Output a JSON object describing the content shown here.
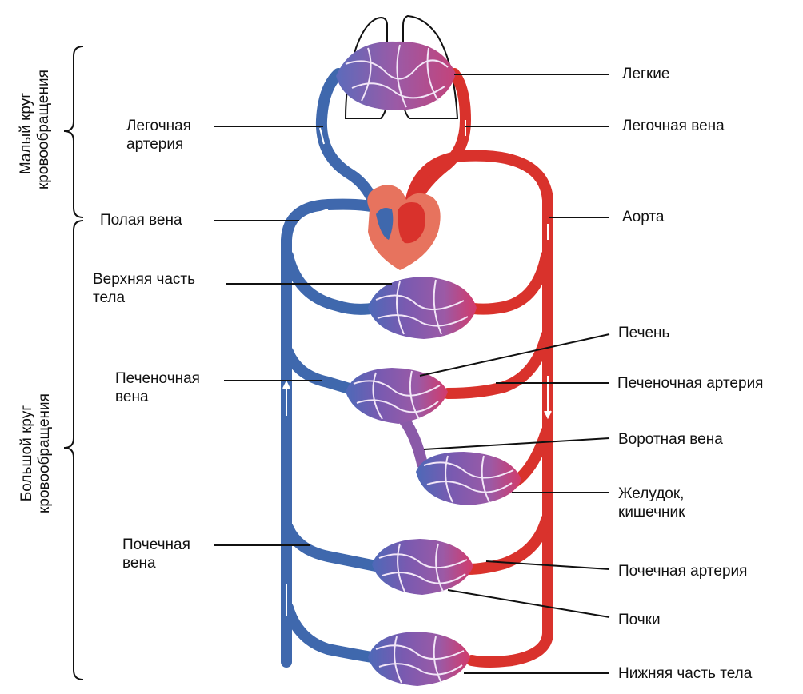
{
  "circuits": {
    "pulmonary": [
      "Малый круг",
      "кровообращения"
    ],
    "systemic": [
      "Большой круг",
      "кровообращения"
    ]
  },
  "labels": {
    "lungs": "Легкие",
    "pulmonary_artery": [
      "Легочная",
      "артерия"
    ],
    "pulmonary_vein": "Легочная вена",
    "vena_cava": "Полая вена",
    "aorta": "Аорта",
    "upper_body": [
      "Верхняя часть",
      "тела"
    ],
    "liver": "Печень",
    "hepatic_vein": [
      "Печеночная",
      "вена"
    ],
    "hepatic_artery": "Печеночная артерия",
    "portal_vein": "Воротная вена",
    "stomach": [
      "Желудок,",
      "кишечник"
    ],
    "renal_vein": [
      "Почечная",
      "вена"
    ],
    "renal_artery": "Почечная артерия",
    "kidneys": "Почки",
    "lower_body": "Нижняя часть тела"
  },
  "colors": {
    "arterial": "#d9322c",
    "venous": "#3f68ad",
    "capillary": "#8a5aa8",
    "heart": "#e7735e",
    "outline": "#111111"
  }
}
